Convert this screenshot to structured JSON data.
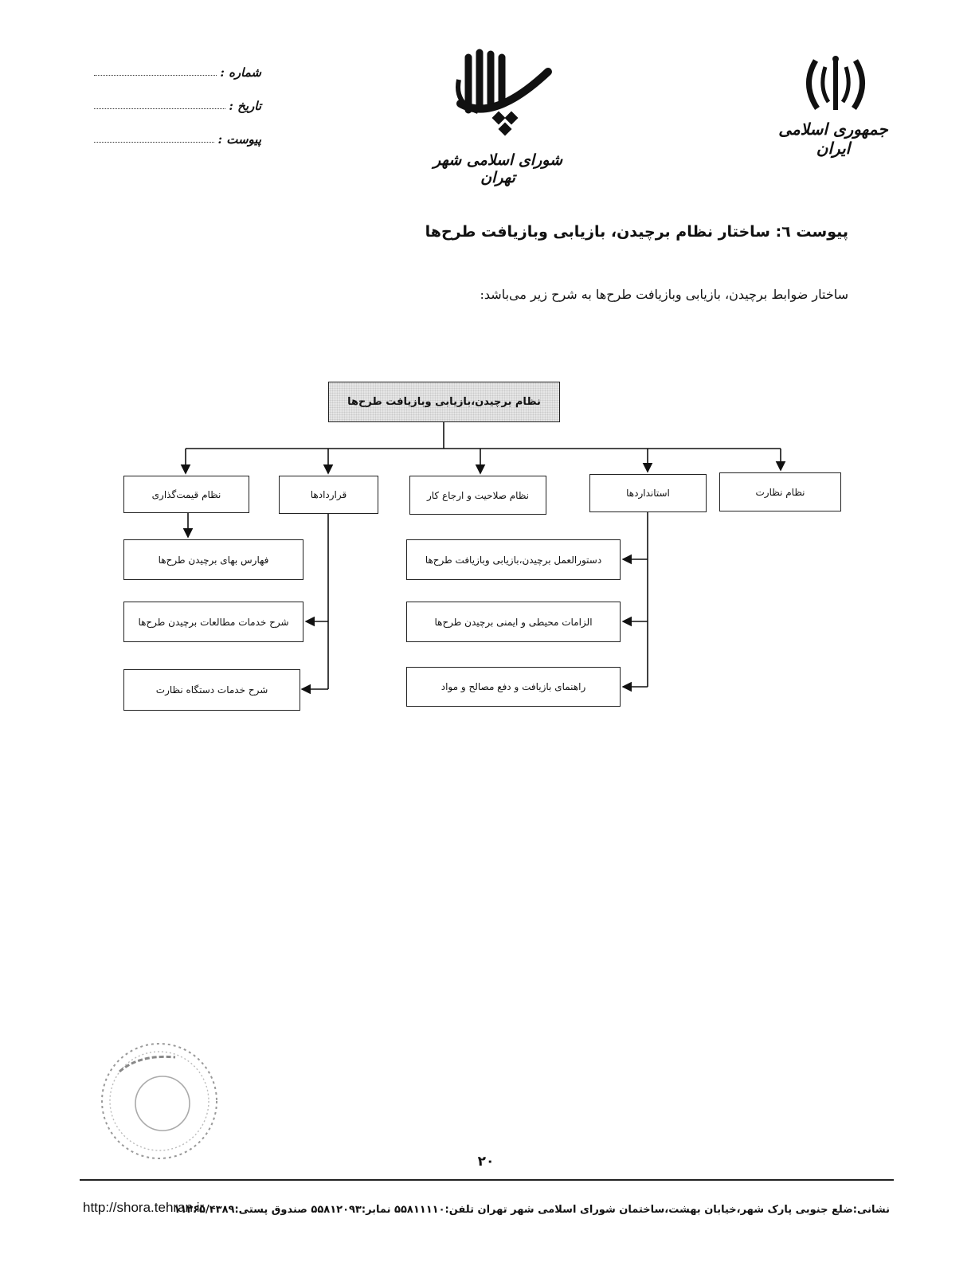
{
  "header": {
    "meta_labels": [
      "شماره :",
      "تاریخ :",
      "پیوست :"
    ],
    "iran_label": "جمهوری اسلامی ایران",
    "council_label": "شورای اسلامی شهر تهران"
  },
  "title": "پیوست ٦: ساختار نظام برچیدن، بازیابی وبازیافت طرح‌ها",
  "intro": "ساختار ضوابط برچیدن، بازیابی وبازیافت طرح‌ها به شرح زیر می‌باشد:",
  "chart": {
    "root": "نظام برچیدن،بازیابی وبازیافت طرح‌ها",
    "level1": [
      "نظام نظارت",
      "استانداردها",
      "نظام صلاحیت و ارجاع کار",
      "قراردادها",
      "نظام قیمت‌گذاری"
    ],
    "standards_children": [
      "دستورالعمل برچیدن،بازیابی وبازیافت طرح‌ها",
      "الزامات محیطی و ایمنی برچیدن طرح‌ها",
      "راهنمای بازیافت و دفع مصالح و مواد"
    ],
    "contracts_children": [
      "شرح خدمات مطالعات برچیدن طرح‌ها",
      "شرح خدمات دستگاه نظارت"
    ],
    "pricing_children": [
      "فهارس بهای برچیدن طرح‌ها"
    ]
  },
  "page_number": "٢٠",
  "footer": {
    "address": "نشانی:ضلع جنوبی پارک شهر،خیابان بهشت،ساختمان شورای اسلامی شهر تهران   تلفن:۵۵۸۱۱۱۱۰ نمابر:۵۵۸۱۲۰۹۳ صندوق پستی:۱۱۳۶۵/۴۳۸۹",
    "url": "http://shora.tehran.ir"
  }
}
